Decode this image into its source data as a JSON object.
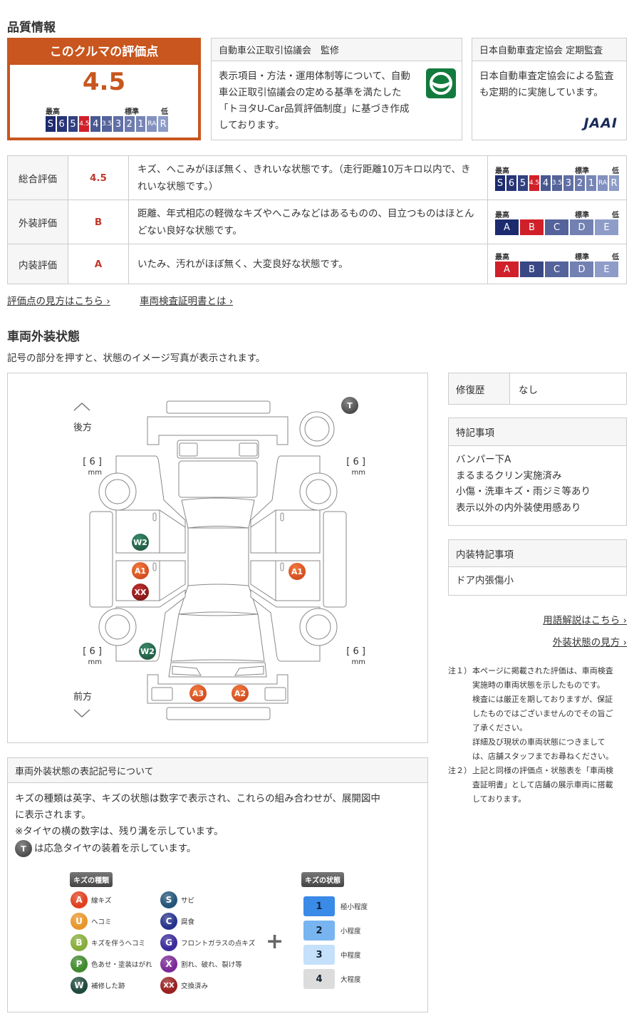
{
  "quality": {
    "title": "品質情報",
    "rating_box": {
      "header": "このクルマの評価点",
      "score": "4.5"
    },
    "scale_labels": {
      "high": "最高",
      "standard": "標準",
      "low": "低"
    },
    "overall_scale": [
      "S",
      "6",
      "5",
      "4.5",
      "4",
      "3.5",
      "3",
      "2",
      "1",
      "RA",
      "R"
    ],
    "letter_scale": [
      "A",
      "B",
      "C",
      "D",
      "E"
    ],
    "colors": {
      "accent": "#c8561e",
      "selected": "#d0202a",
      "navy": "#1c2a6e"
    },
    "supervision": {
      "title": "自動車公正取引協議会　監修",
      "text": "表示項目・方法・運用体制等について、自動車公正取引協議会の定める基準を満たした「トヨタU-Car品質評価制度」に基づき作成しております。",
      "logo_icon": "handshake-logo-icon"
    },
    "audit": {
      "title": "日本自動車査定協会 定期監査",
      "text": "日本自動車査定協会による監査も定期的に実施しています。",
      "logo": "JAAI"
    }
  },
  "evaluations": [
    {
      "label": "総合評価",
      "value": "4.5",
      "description": "キズ、へこみがほぼ無く、きれいな状態です。（走行距離10万キロ以内で、きれいな状態です。）"
    },
    {
      "label": "外装評価",
      "value": "B",
      "description": "距離、年式相応の軽微なキズやへこみなどはあるものの、目立つものはほとんどない良好な状態です。"
    },
    {
      "label": "内装評価",
      "value": "A",
      "description": "いたみ、汚れがほぼ無く、大変良好な状態です。"
    }
  ],
  "links": {
    "how_to_read": "評価点の見方はこちら",
    "certificate": "車両検査証明書とは",
    "glossary": "用語解説はこちら",
    "exterior_guide": "外装状態の見方"
  },
  "exterior": {
    "title": "車両外装状態",
    "subtitle": "記号の部分を押すと、状態のイメージ写真が表示されます。",
    "rear": "後方",
    "front": "前方",
    "tread": {
      "value": "6",
      "unit": "mm",
      "open": "[",
      "close": "]"
    },
    "markers": [
      "T",
      "W2",
      "A1",
      "XX",
      "A1",
      "W2",
      "A3",
      "A2"
    ]
  },
  "repair": {
    "label": "修復歴",
    "value": "なし"
  },
  "special": {
    "title": "特記事項",
    "items": [
      "バンパー下A",
      "まるまるクリン実施済み",
      "小傷・洗車キズ・雨ジミ等あり",
      "表示以外の内外装使用感あり"
    ]
  },
  "interior_special": {
    "title": "内装特記事項",
    "items": [
      "ドア内張傷小"
    ]
  },
  "notes": {
    "n1_label": "注１）",
    "n1_lines": [
      "本ページに掲載された評価は、車両検査",
      "実施時の車両状態を示したものです。",
      "検査には厳正を期しておりますが、保証",
      "したものではございませんのでその旨ご",
      "了承ください。",
      "詳細及び現状の車両状態につきまして",
      "は、店舗スタッフまでお尋ねください。"
    ],
    "n2_label": "注２）",
    "n2_lines": [
      "上記と同様の評価点・状態表を「車両検",
      "査証明書」として店舗の展示車両に搭載",
      "しております。"
    ]
  },
  "legend": {
    "title": "車両外装状態の表記記号について",
    "lines": [
      "キズの種類は英字、キズの状態は数字で表示され、これらの組み合わせが、展開図中",
      "に表示されます。",
      "※タイヤの横の数字は、残り溝を示しています。",
      "は応急タイヤの装着を示しています。"
    ],
    "t_icon": "T",
    "types_title": "キズの種類",
    "types": [
      {
        "code": "A",
        "label": "線キズ",
        "color": "#e0401e"
      },
      {
        "code": "U",
        "label": "ヘコミ",
        "color": "#e8962a"
      },
      {
        "code": "B",
        "label": "キズを伴うヘコミ",
        "color": "#86ac3a"
      },
      {
        "code": "P",
        "label": "色あせ・塗装はがれ",
        "color": "#3f8a2c"
      },
      {
        "code": "W",
        "label": "補修した跡",
        "color": "#1f4a3e"
      },
      {
        "code": "S",
        "label": "サビ",
        "color": "#23557a"
      },
      {
        "code": "C",
        "label": "腐食",
        "color": "#26338c"
      },
      {
        "code": "G",
        "label": "フロントガラスの点キズ",
        "color": "#3a2a9a"
      },
      {
        "code": "X",
        "label": "割れ、破れ、裂け等",
        "color": "#7a2a96"
      },
      {
        "code": "XX",
        "label": "交換済み",
        "color": "#9a2020"
      }
    ],
    "plus": "+",
    "states_title": "キズの状態",
    "states": [
      {
        "code": "1",
        "label": "極小程度",
        "color": "#3a8ae8"
      },
      {
        "code": "2",
        "label": "小程度",
        "color": "#78b4f0"
      },
      {
        "code": "3",
        "label": "中程度",
        "color": "#c4e0fa"
      },
      {
        "code": "4",
        "label": "大程度",
        "color": "#dcdcdc"
      }
    ]
  }
}
